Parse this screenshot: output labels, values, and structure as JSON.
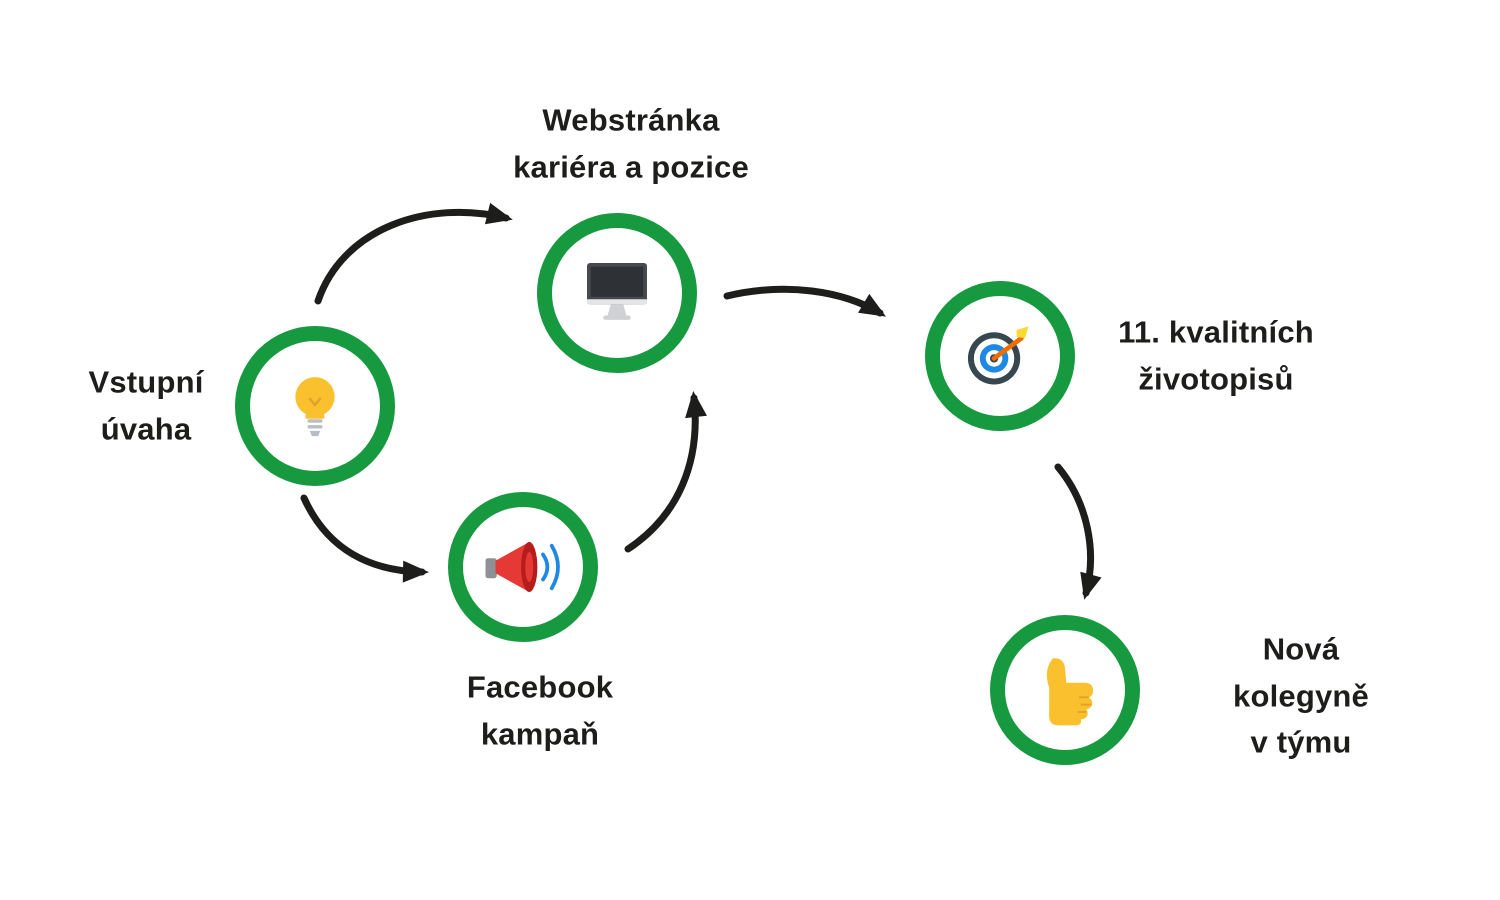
{
  "diagram": {
    "colors": {
      "background": "#ffffff",
      "node_ring": "#16993f",
      "arrow": "#1d1d1b",
      "text": "#1d1d1b"
    },
    "nodes": [
      {
        "id": "vstupni-uvaha",
        "label": "Vstupní\núvaha",
        "icon": "lightbulb-icon"
      },
      {
        "id": "webstranka",
        "label": "Webstránka\nkariéra a pozice",
        "icon": "desktop-computer-icon"
      },
      {
        "id": "facebook-kampan",
        "label": "Facebook\nkampaň",
        "icon": "megaphone-icon"
      },
      {
        "id": "zivotopisy",
        "label": "11. kvalitních\nživotopisů",
        "icon": "target-icon"
      },
      {
        "id": "nova-kolegyne",
        "label": "Nová kolegyně\nv týmu",
        "icon": "thumbs-up-icon"
      }
    ],
    "arrows": [
      {
        "from": "vstupni-uvaha",
        "to": "webstranka"
      },
      {
        "from": "vstupni-uvaha",
        "to": "facebook-kampan"
      },
      {
        "from": "facebook-kampan",
        "to": "webstranka"
      },
      {
        "from": "webstranka",
        "to": "zivotopisy"
      },
      {
        "from": "zivotopisy",
        "to": "nova-kolegyne"
      }
    ]
  }
}
